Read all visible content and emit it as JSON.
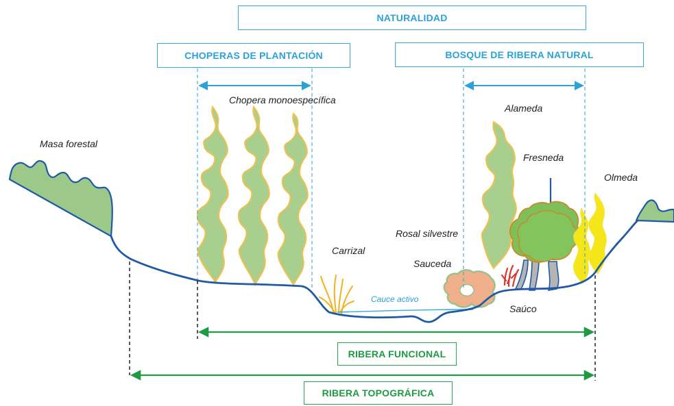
{
  "headers": {
    "naturalidad": "NATURALIDAD",
    "choperas": "CHOPERAS DE PLANTACIÓN",
    "bosque": "BOSQUE DE RIBERA NATURAL",
    "ribera_funcional": "RIBERA FUNCIONAL",
    "ribera_topografica": "RIBERA TOPOGRÁFICA"
  },
  "labels": {
    "masa_forestal": "Masa forestal",
    "chopera": "Chopera monoespecífica",
    "alameda": "Alameda",
    "fresneda": "Fresneda",
    "olmeda": "Olmeda",
    "rosal": "Rosal silvestre",
    "carrizal": "Carrizal",
    "sauceda": "Sauceda",
    "cauce": "Cauce activo",
    "sauco": "Saúco"
  },
  "colors": {
    "blue_accent": "#2aa2d8",
    "green_accent": "#1d9a42",
    "terrain_line": "#1f5aa6",
    "forest_fill": "#9cc98a",
    "poplar_fill": "#a8cf8e",
    "poplar_edge": "#f2c14e",
    "fresno_fill": "#7dc05a",
    "fresno_edge": "#c98a2a",
    "olmo_fill": "#f5e61a",
    "sauce_fill": "#f0b08c",
    "rosal_fill": "#d93a2b",
    "trunk_fill": "#b5b5b5"
  }
}
